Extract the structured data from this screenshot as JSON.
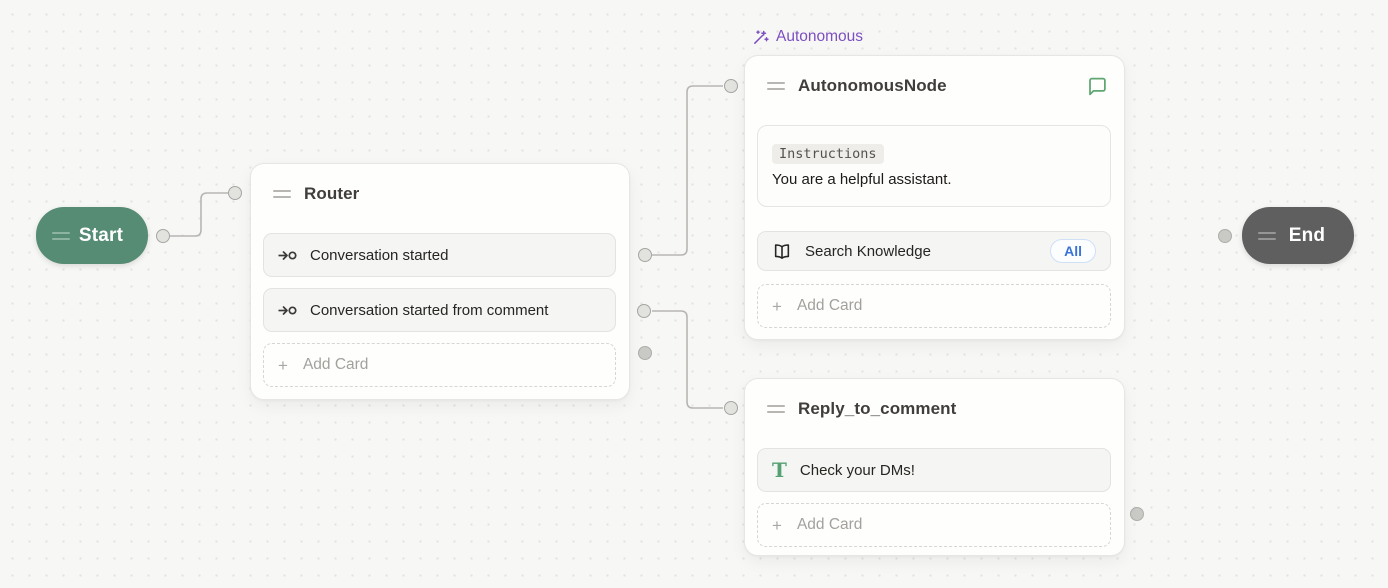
{
  "colors": {
    "start_green": "#568b74",
    "end_gray": "#5f5f5f",
    "autonomous_purple": "#7c4fc0",
    "scope_badge_blue": "#3b74d6",
    "text_icon_green": "#55a173",
    "comment_icon_green": "#5fa671",
    "edge_gray": "#b8b6b3",
    "canvas_bg": "#f7f7f5"
  },
  "icons": {
    "drag_handle": "drag-handle-icon",
    "condition": "arrow-to-circle-icon",
    "wand": "wand-sparkles-icon",
    "comment": "comment-bubble-icon",
    "book": "open-book-icon",
    "plus_glyph": "+",
    "text_glyph": "T"
  },
  "start_node": {
    "label": "Start"
  },
  "end_node": {
    "label": "End"
  },
  "router_node": {
    "title": "Router",
    "cards": [
      {
        "label": "Conversation started"
      },
      {
        "label": "Conversation started from comment"
      }
    ],
    "add_card_label": "Add Card"
  },
  "autonomous_node": {
    "badge_label": "Autonomous",
    "title": "AutonomousNode",
    "instructions_card": {
      "field_label": "Instructions",
      "value": "You are a helpful assistant."
    },
    "knowledge_card": {
      "label": "Search Knowledge",
      "scope_badge": "All"
    },
    "add_card_label": "Add Card"
  },
  "reply_node": {
    "title": "Reply_to_comment",
    "text_card": {
      "value": "Check your DMs!"
    },
    "add_card_label": "Add Card"
  }
}
